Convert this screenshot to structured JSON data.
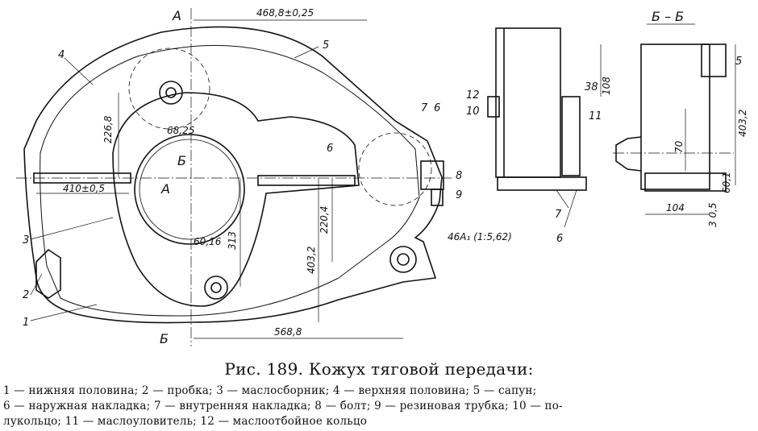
{
  "caption": "Рис. 189. Кожух тяговой передачи:",
  "legend": [
    "1 — нижняя половина; 2 — пробка; 3 — маслосборник; 4 — верхняя половина; 5 — сапун;",
    "6 — наружная накладка; 7 — внутренняя накладка; 8 — болт; 9 — резиновая трубка; 10 — по-",
    "лукольцо; 11 — маслоуловитель; 12 — маслоотбойное кольцо"
  ],
  "main_view": {
    "dimensions": {
      "top_length": "468,8±0,25",
      "bottom_length": "568,8",
      "left_offset": "410±0,5",
      "vertical_upper": "226,8",
      "bore_small": "68,25",
      "bore_lower": "60,16",
      "height_313": "313",
      "height_2204": "220,4",
      "height_4032": "403,2"
    },
    "section_marks": {
      "a_top": "А",
      "a_mid": "А",
      "b_top": "Б",
      "b_bottom": "Б"
    },
    "callouts": [
      "1",
      "2",
      "3",
      "4",
      "5",
      "6",
      "7",
      "6",
      "8",
      "9"
    ],
    "spec_note": "46А₁ (1:5,62)"
  },
  "section_a": {
    "callouts": [
      "12",
      "10",
      "38",
      "11",
      "7",
      "6"
    ],
    "dim_108": "108"
  },
  "section_b": {
    "title": "Б – Б",
    "callouts": [
      "5"
    ],
    "dimensions": {
      "d_104": "104",
      "d_305": "3 0,5",
      "d_70": "70",
      "d_4032": "403,2",
      "d_601": "60,1"
    }
  }
}
